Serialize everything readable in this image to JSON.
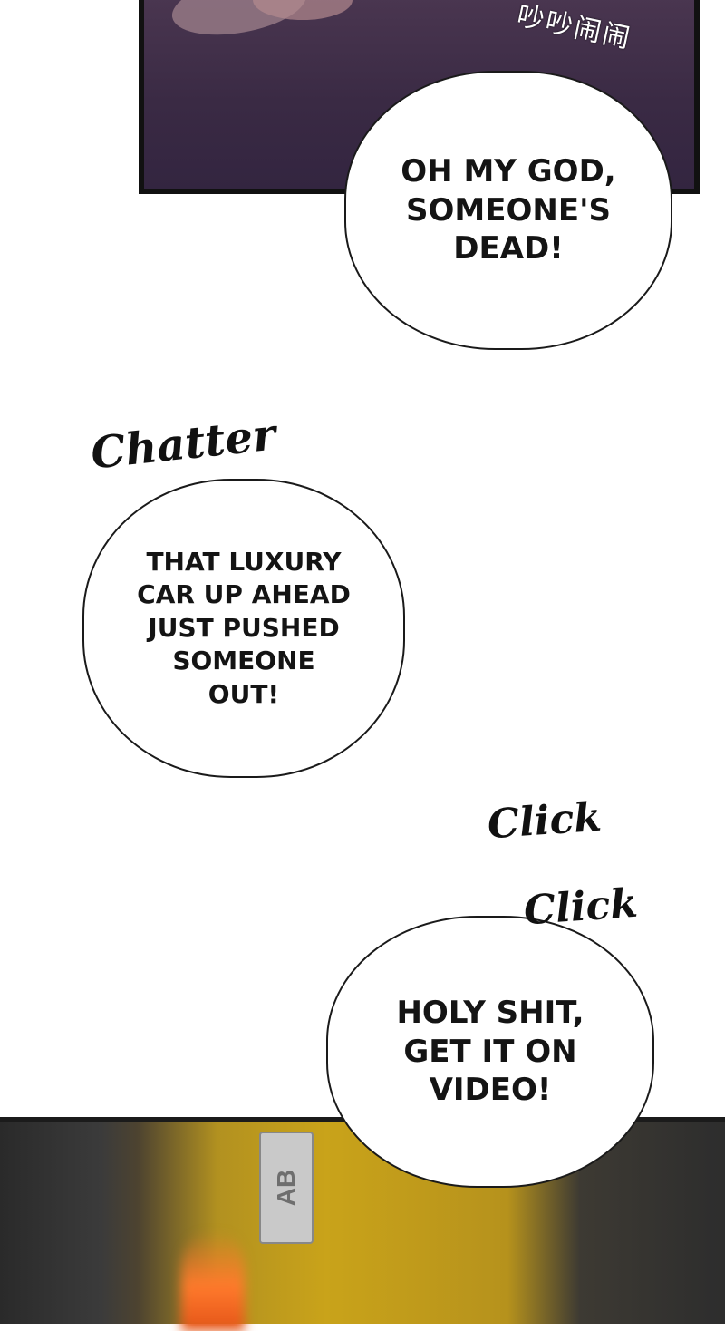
{
  "top_panel": {
    "sfx_chinese": "吵吵闹闹"
  },
  "bubbles": {
    "b1": "OH MY GOD,\nSOMEONE'S\nDEAD!",
    "b2": "THAT LUXURY\nCAR UP AHEAD\nJUST PUSHED\nSOMEONE\nOUT!",
    "b3": "HOLY SHIT,\nGET IT ON\nVIDEO!"
  },
  "sfx": {
    "chatter": "Chatter",
    "click1": "Click",
    "click2": "Click"
  },
  "bottom_panel": {
    "sign_text": "AB"
  }
}
